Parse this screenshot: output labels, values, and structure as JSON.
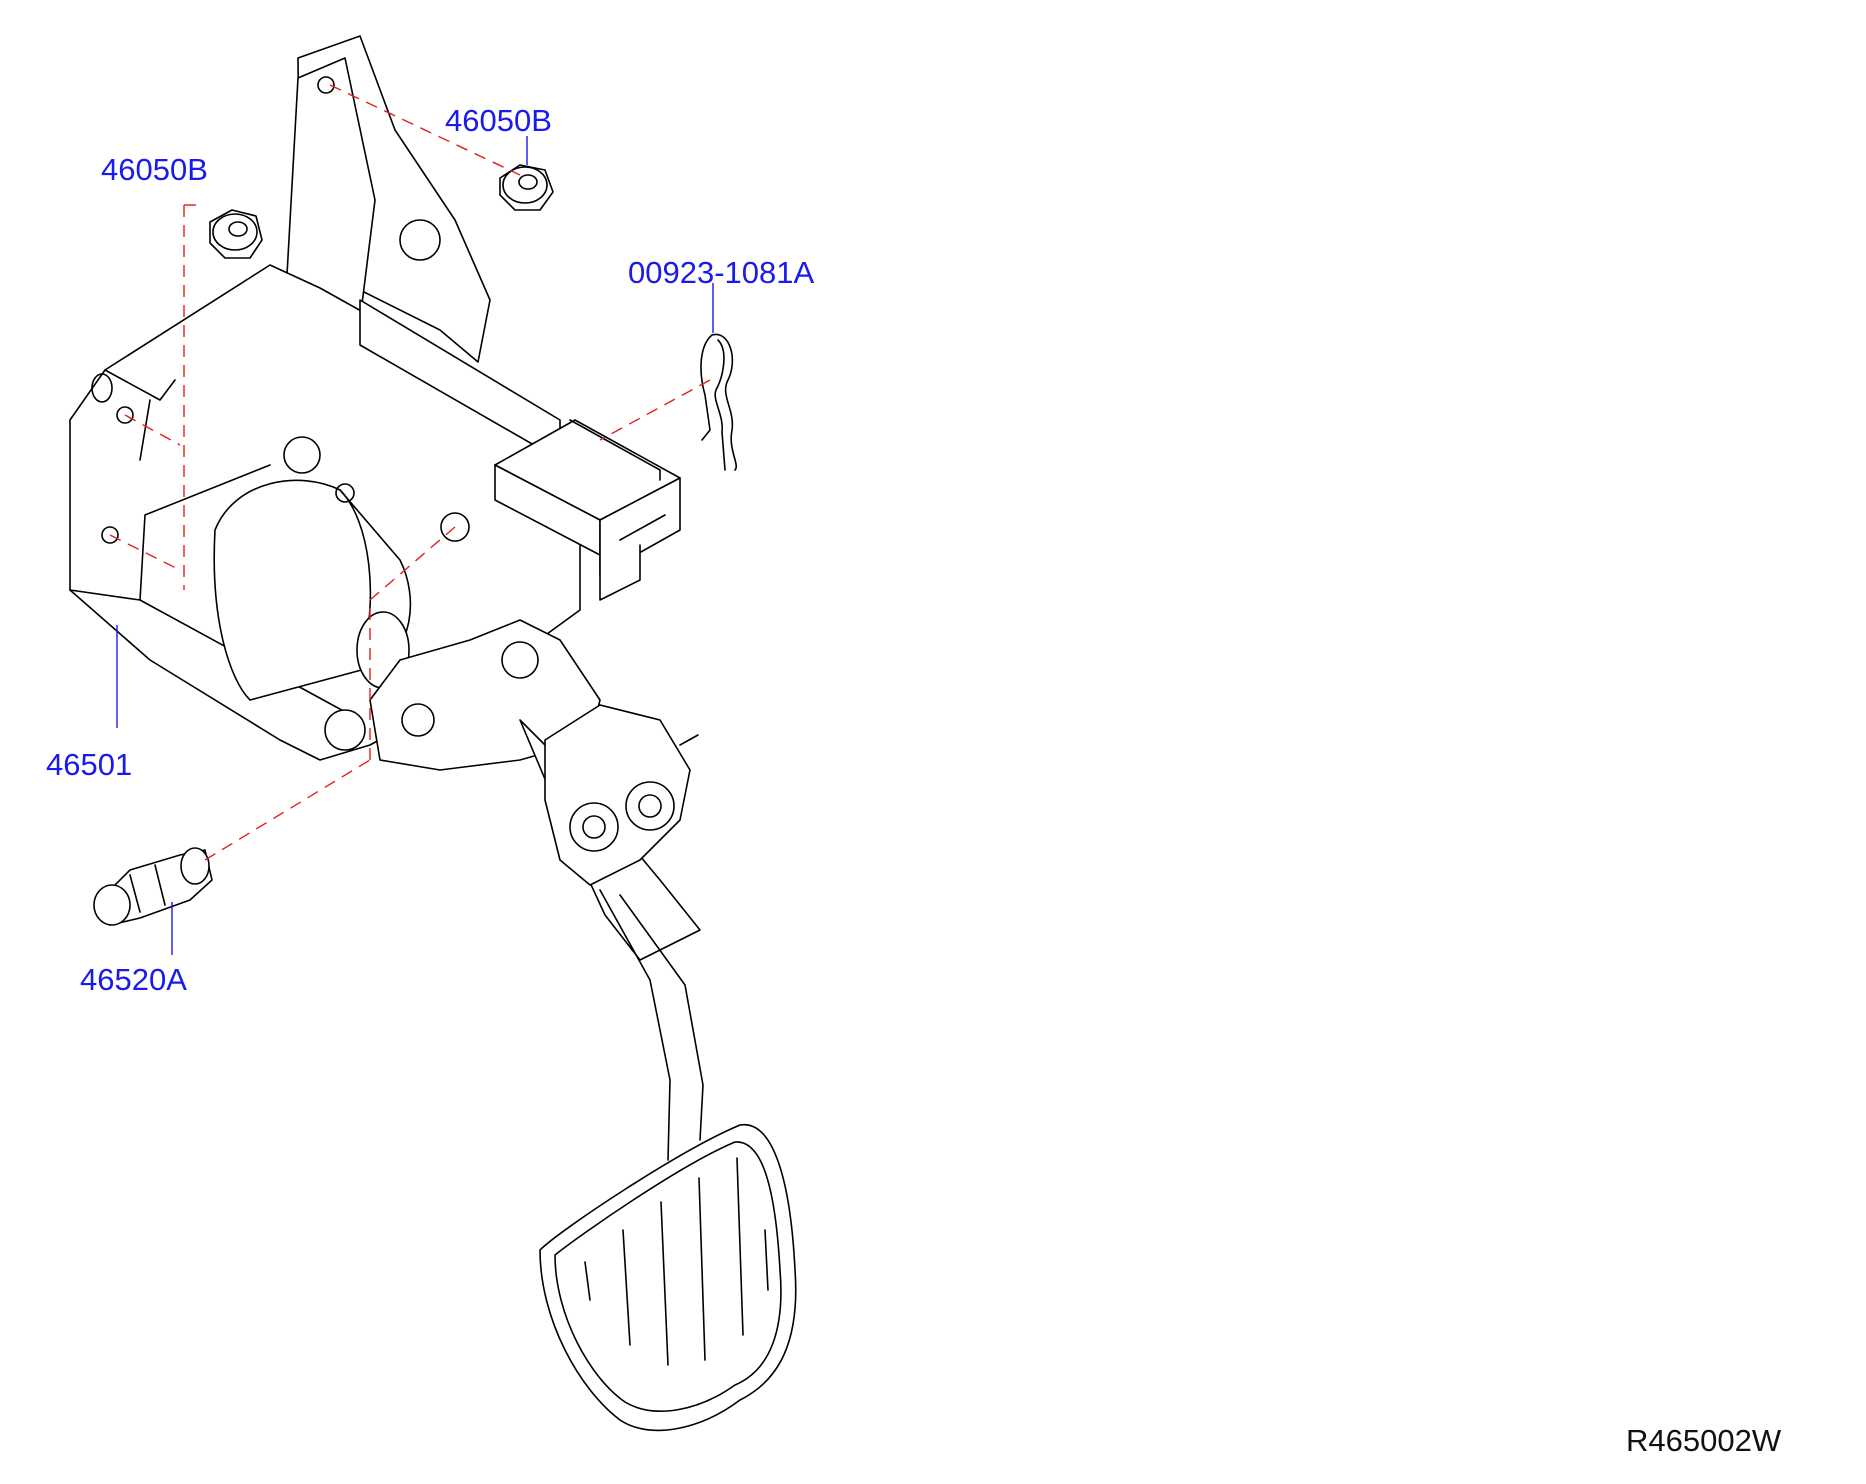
{
  "parts": {
    "nut_top": "46050B",
    "nut_left": "46050B",
    "clip": "00923-1081A",
    "pedal_assembly": "46501",
    "stopper_switch": "46520A"
  },
  "reference_code": "R465002W",
  "colors": {
    "label": "#1a1aee",
    "dash_line": "#e02020",
    "outline": "#000000"
  }
}
